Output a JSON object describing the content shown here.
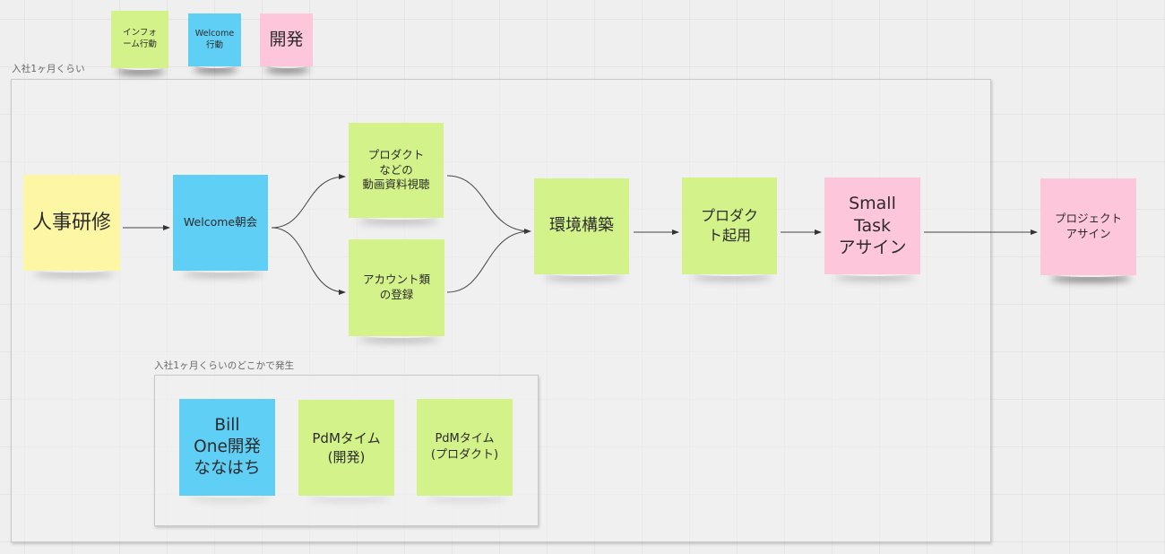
{
  "legend": [
    {
      "label": "インフォ\nーム行動",
      "color": "green"
    },
    {
      "label": "Welcome\n行動",
      "color": "blue"
    },
    {
      "label": "開発",
      "color": "pink"
    }
  ],
  "main_frame": {
    "label": "入社1ヶ月くらい"
  },
  "flow": {
    "hr_training": "人事研修",
    "welcome_meeting": "Welcome朝会",
    "video_materials": "プロダクト\nなどの\n動画資料視聴",
    "account_registration": "アカウント類\nの登録",
    "environment_setup": "環境構築",
    "product_launch": "プロダク\nト起用",
    "small_task_assign": "Small\nTask\nアサイン",
    "project_assign": "プロジェクト\nアサイン"
  },
  "sub_frame": {
    "label": "入社1ヶ月くらいのどこかで発生",
    "items": [
      {
        "label": "Bill\nOne開発\nななはち",
        "color": "blue"
      },
      {
        "label": "PdMタイム\n(開発)",
        "color": "green"
      },
      {
        "label": "PdMタイム\n(プロダクト)",
        "color": "green"
      }
    ]
  },
  "colors": {
    "green": "#d3f28a",
    "blue": "#5fcff5",
    "pink": "#fec6db",
    "yellow": "#fdf6a5",
    "connector": "#333333"
  }
}
